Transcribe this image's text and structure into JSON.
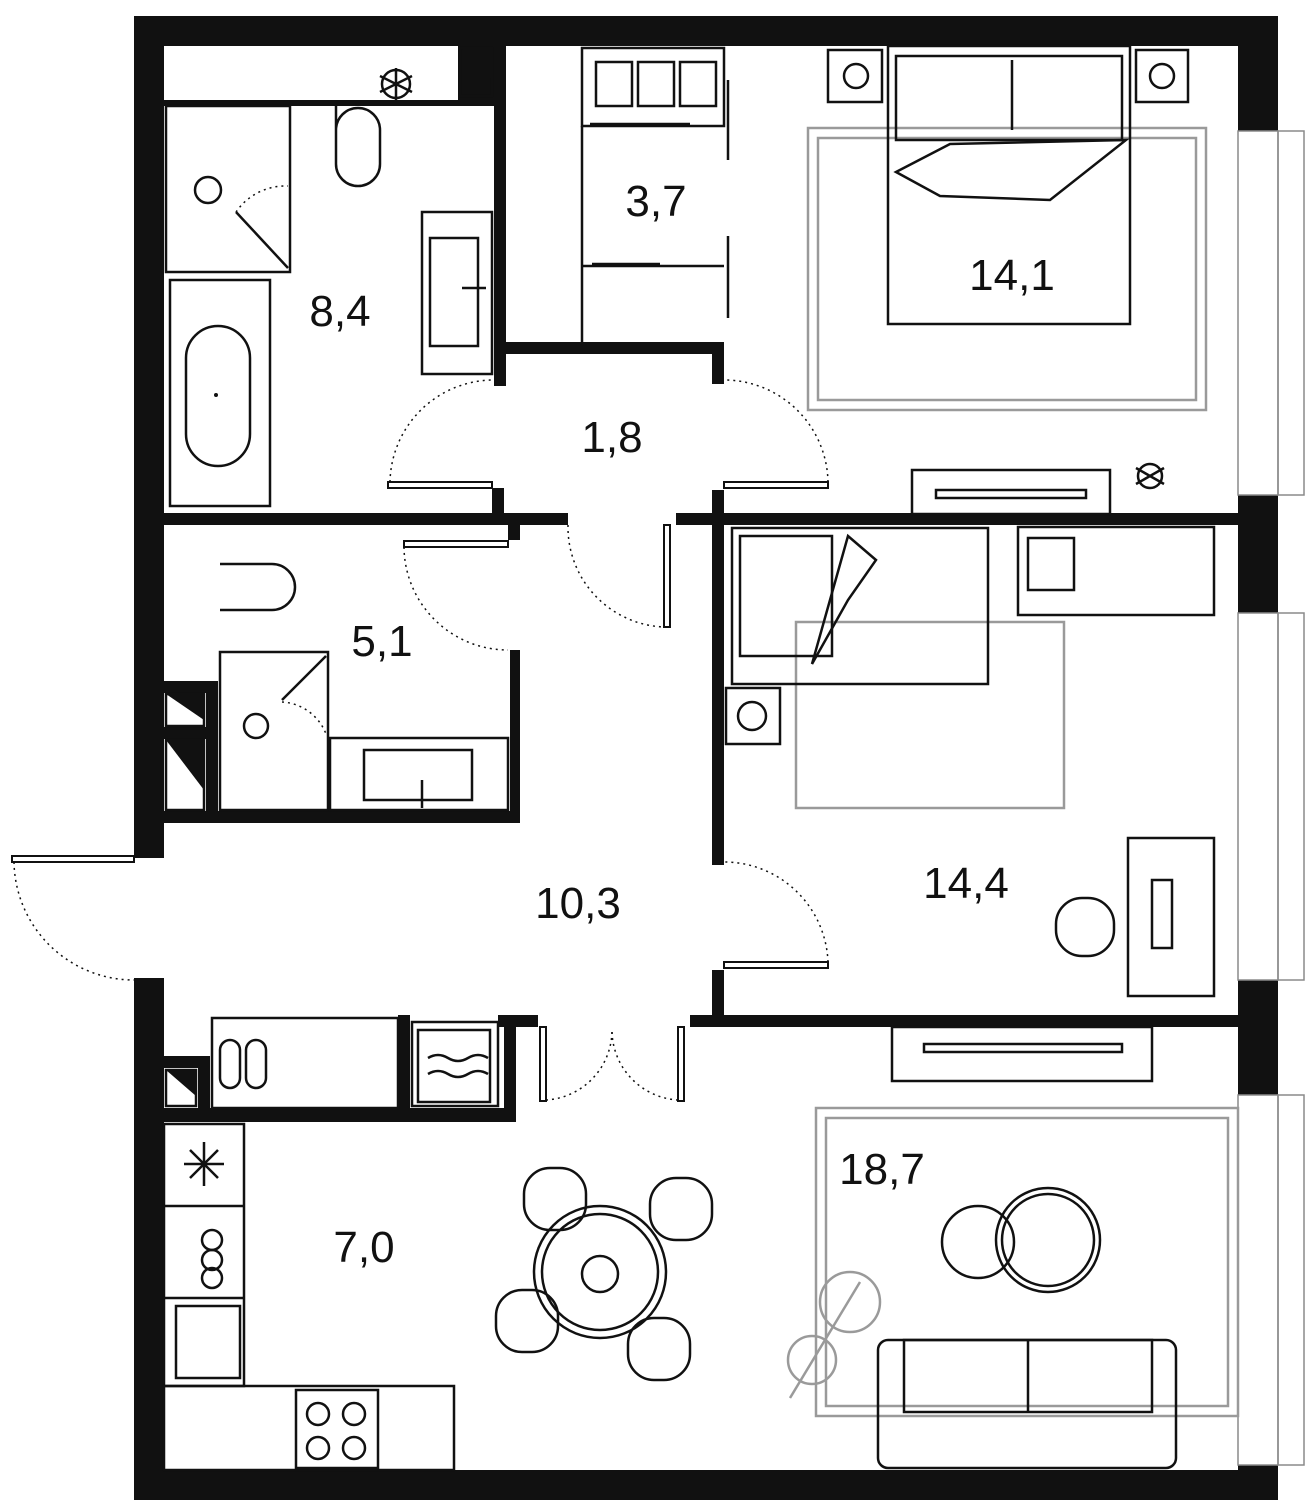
{
  "plan": {
    "rooms": [
      {
        "id": "bathroom-main",
        "area": "8,4"
      },
      {
        "id": "wardrobe",
        "area": "3,7"
      },
      {
        "id": "bedroom-master",
        "area": "14,1"
      },
      {
        "id": "corridor",
        "area": "1,8"
      },
      {
        "id": "bathroom-guest",
        "area": "5,1"
      },
      {
        "id": "hallway",
        "area": "10,3"
      },
      {
        "id": "bedroom-second",
        "area": "14,4"
      },
      {
        "id": "kitchen",
        "area": "7,0"
      },
      {
        "id": "living-room",
        "area": "18,7"
      }
    ],
    "colors": {
      "wall": "#111111",
      "furniture": "#111111",
      "rug": "#9a9a9a",
      "background": "#ffffff"
    }
  }
}
